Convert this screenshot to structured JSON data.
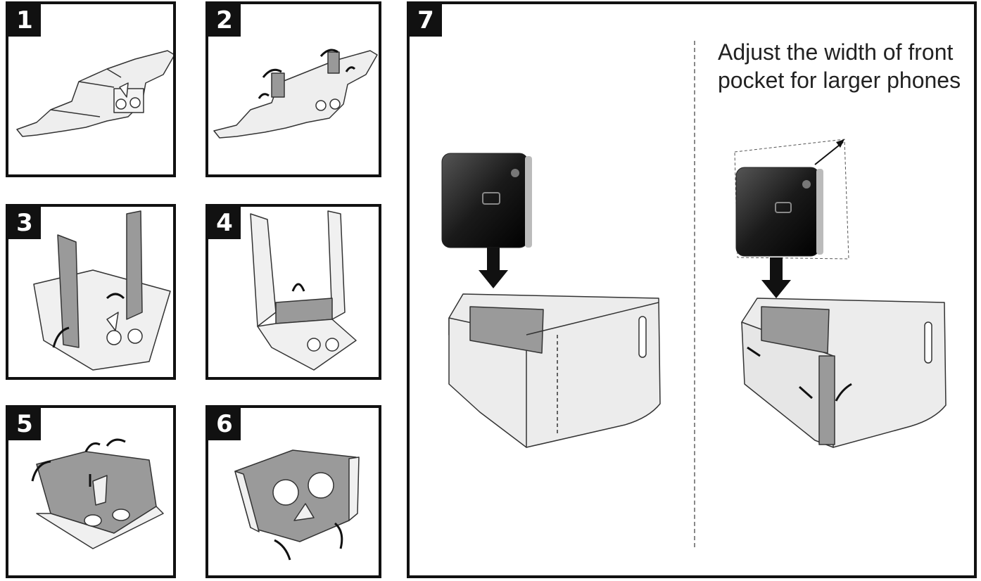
{
  "steps": [
    {
      "number": "1"
    },
    {
      "number": "2"
    },
    {
      "number": "3"
    },
    {
      "number": "4"
    },
    {
      "number": "5"
    },
    {
      "number": "6"
    },
    {
      "number": "7"
    }
  ],
  "step7": {
    "caption_line1": "Adjust the width of front",
    "caption_line2": "pocket for larger phones"
  },
  "colors": {
    "frame": "#111111",
    "cardboard": "#e6e6e6",
    "cardboard_shade": "#9a9a9a",
    "phone": "#1a1a1a"
  }
}
